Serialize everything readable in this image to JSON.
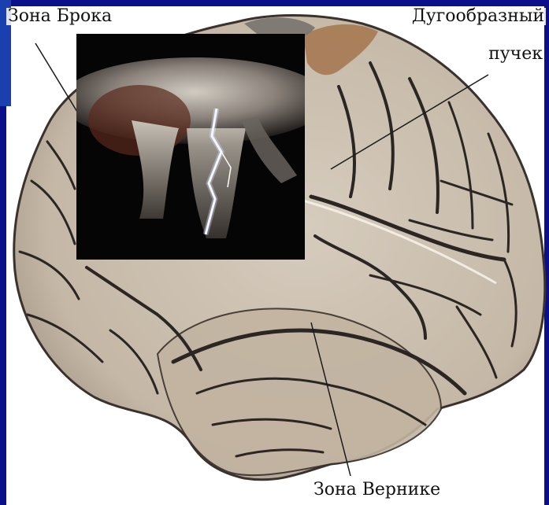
{
  "labels": {
    "broca": "Зона Брока",
    "arcuate_line1": "Дугообразный",
    "arcuate_line2": "пучек",
    "wernicke": "Зона Вернике"
  },
  "colors": {
    "frame": "#0b0f8c",
    "brain_fill": "#c9beae",
    "sulci": "#2b2623",
    "orange_region": "#a4754d"
  },
  "icons": {
    "inset": "lightning-storm-image"
  }
}
